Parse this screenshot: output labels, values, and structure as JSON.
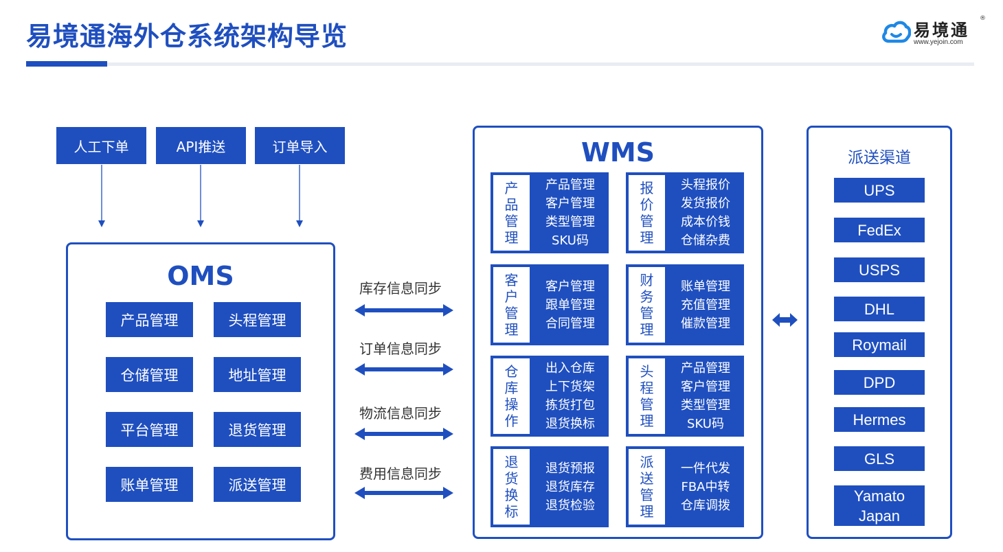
{
  "header": {
    "title": "易境通海外仓系统架构导览",
    "logo_text": "易境通",
    "logo_mark": "®",
    "logo_url": "www.yejoin.com"
  },
  "inputs": [
    "人工下单",
    "API推送",
    "订单导入"
  ],
  "oms": {
    "title": "OMS",
    "items": [
      "产品管理",
      "头程管理",
      "仓储管理",
      "地址管理",
      "平台管理",
      "退货管理",
      "账单管理",
      "派送管理"
    ]
  },
  "sync": [
    "库存信息同步",
    "订单信息同步",
    "物流信息同步",
    "费用信息同步"
  ],
  "wms": {
    "title": "WMS",
    "modules": [
      {
        "tag": "产品管理",
        "items": [
          "产品管理",
          "客户管理",
          "类型管理",
          "SKU码"
        ]
      },
      {
        "tag": "报价管理",
        "items": [
          "头程报价",
          "发货报价",
          "成本价钱",
          "仓储杂费"
        ]
      },
      {
        "tag": "客户管理",
        "items": [
          "客户管理",
          "跟单管理",
          "合同管理"
        ]
      },
      {
        "tag": "财务管理",
        "items": [
          "账单管理",
          "充值管理",
          "催款管理"
        ]
      },
      {
        "tag": "仓库操作",
        "items": [
          "出入仓库",
          "上下货架",
          "拣货打包",
          "退货换标"
        ]
      },
      {
        "tag": "头程管理",
        "items": [
          "产品管理",
          "客户管理",
          "类型管理",
          "SKU码"
        ]
      },
      {
        "tag": "退货换标",
        "items": [
          "退货预报",
          "退货库存",
          "退货检验"
        ]
      },
      {
        "tag": "派送管理",
        "items": [
          "一件代发",
          "FBA中转",
          "仓库调拨"
        ]
      }
    ]
  },
  "channels": {
    "title": "派送渠道",
    "items": [
      "UPS",
      "FedEx",
      "USPS",
      "DHL",
      "Roymail",
      "DPD",
      "Hermes",
      "GLS",
      "Yamato Japan"
    ]
  },
  "colors": {
    "brand": "#1f4fbf",
    "logo_blue": "#1e88e5"
  }
}
